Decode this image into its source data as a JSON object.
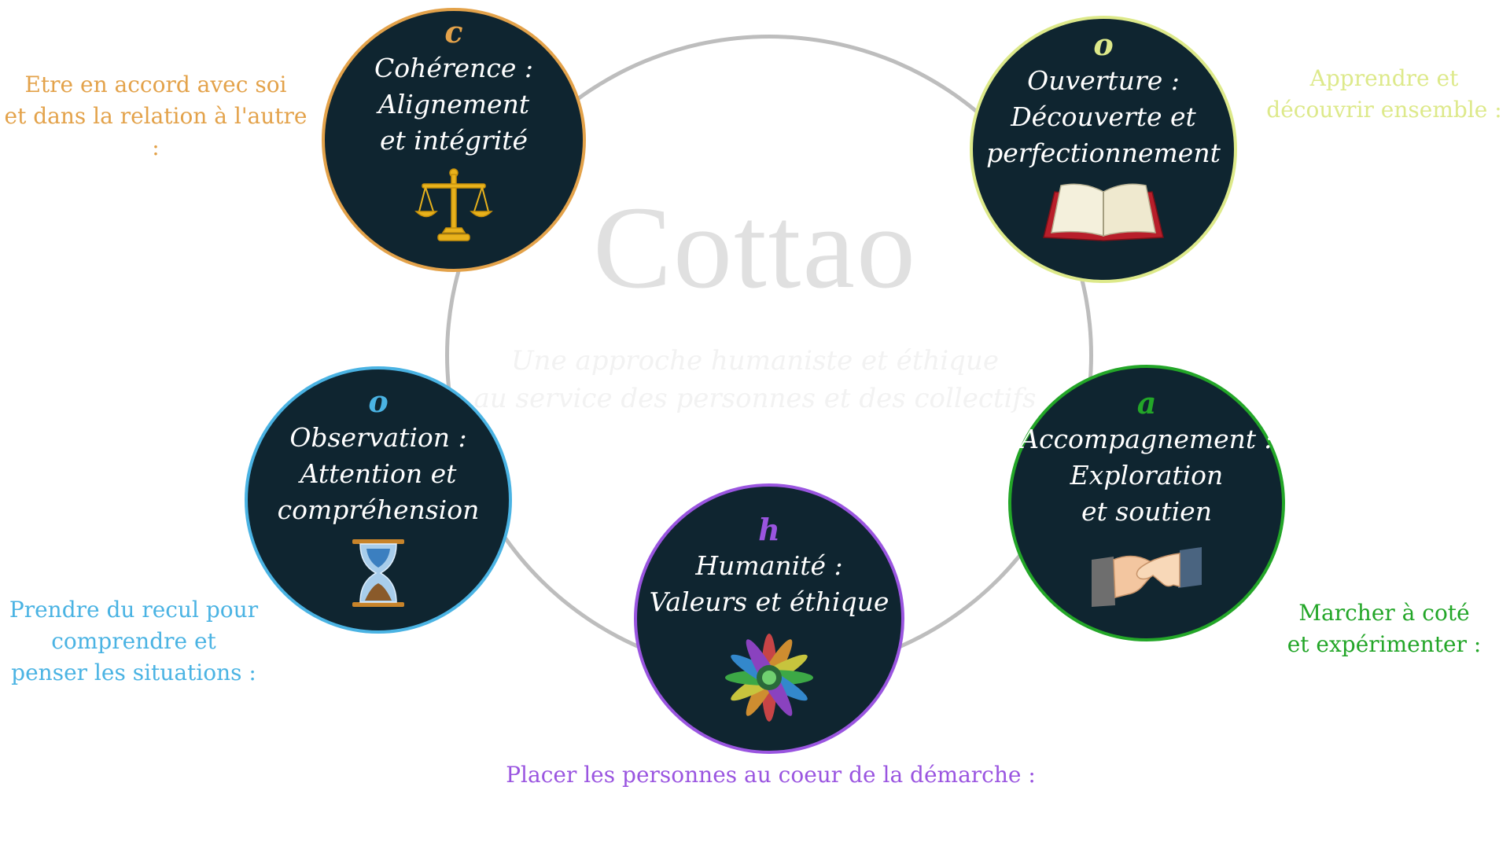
{
  "logo": "Cottao",
  "tagline": [
    "Une approche humaniste et éthique",
    "au service des personnes et des collectifs"
  ],
  "nodes": {
    "coherence": {
      "letter": "c",
      "title": "Cohérence :",
      "lines": [
        "Alignement",
        "et intégrité"
      ],
      "description": [
        "Etre en accord avec soi",
        "et dans la relation à l'autre :"
      ],
      "color": "#e3a24a",
      "icon": "balance-scale-icon"
    },
    "ouverture": {
      "letter": "o",
      "title": "Ouverture :",
      "lines": [
        "Découverte et",
        "perfectionnement"
      ],
      "description": [
        "Apprendre et",
        "découvrir ensemble :"
      ],
      "color": "#dde98a",
      "icon": "open-book-icon"
    },
    "observation": {
      "letter": "o",
      "title": "Observation :",
      "lines": [
        "Attention et",
        "compréhension"
      ],
      "description": [
        "Prendre du recul pour",
        "comprendre et",
        "penser les situations :"
      ],
      "color": "#4ab3e3",
      "icon": "hourglass-icon"
    },
    "humanite": {
      "letter": "h",
      "title": "Humanité :",
      "lines": [
        "Valeurs et éthique"
      ],
      "description": [
        "Placer les personnes au coeur de la démarche :"
      ],
      "color": "#9a55e0",
      "icon": "hands-circle-icon"
    },
    "accompagnement": {
      "letter": "a",
      "title": "Accompagnement :",
      "lines": [
        "Exploration",
        "et soutien"
      ],
      "description": [
        "Marcher à coté",
        "et expérimenter :"
      ],
      "color": "#23a628",
      "icon": "handshake-icon"
    }
  }
}
